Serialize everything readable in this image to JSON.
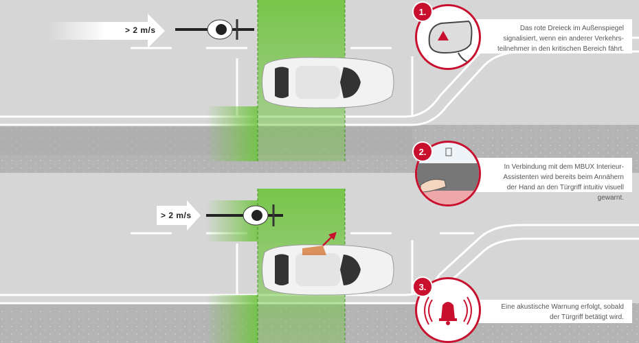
{
  "speed_label": "> 2 m/s",
  "colors": {
    "accent": "#c8102e",
    "zone": "#6cc43a",
    "road": "#d6d6d6",
    "sidewalk": "#b4b4b4"
  },
  "steps": [
    {
      "number": "1.",
      "icon": "mirror-warning-triangle-icon",
      "text": "Das rote Dreieck im Außenspiegel signalisiert, wenn ein anderer Verkehrs-teilnehmer in den kritischen Bereich fährt."
    },
    {
      "number": "2.",
      "icon": "door-handle-hand-icon",
      "text": "In Verbindung mit dem MBUX Interieur-Assistenten wird bereits beim Annähern der Hand an den Türgriff intuitiv visuell gewarnt."
    },
    {
      "number": "3.",
      "icon": "bell-alarm-icon",
      "text": "Eine akustische Warnung erfolgt, sobald der Türgriff betätigt wird."
    }
  ]
}
